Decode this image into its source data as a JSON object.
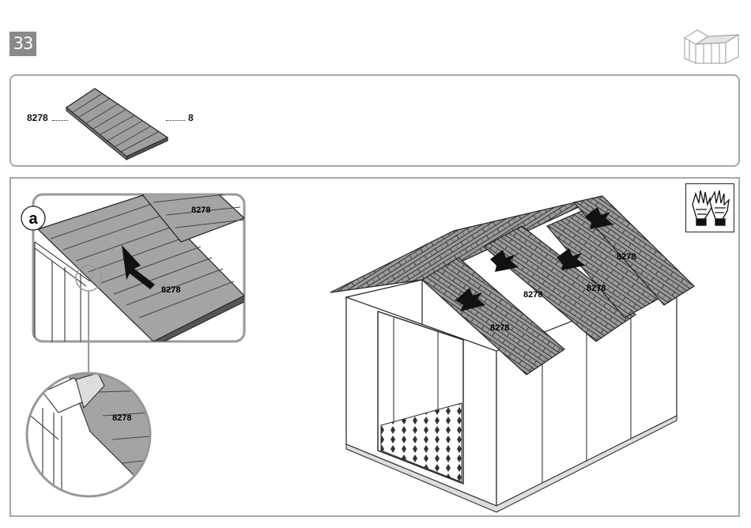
{
  "step": {
    "number": "33"
  },
  "parts": {
    "part_code": "8278",
    "quantity": "8"
  },
  "detail_a": {
    "callout_letter": "a",
    "panel_label_top": "8278",
    "panel_label_main": "8278",
    "zoom_label": "8278"
  },
  "main_view": {
    "labels": [
      "8278",
      "8278",
      "8278",
      "8278"
    ]
  },
  "icons": {
    "step_icon": "shed-thumbnail-icon",
    "safety_icon": "gloves-icon"
  }
}
